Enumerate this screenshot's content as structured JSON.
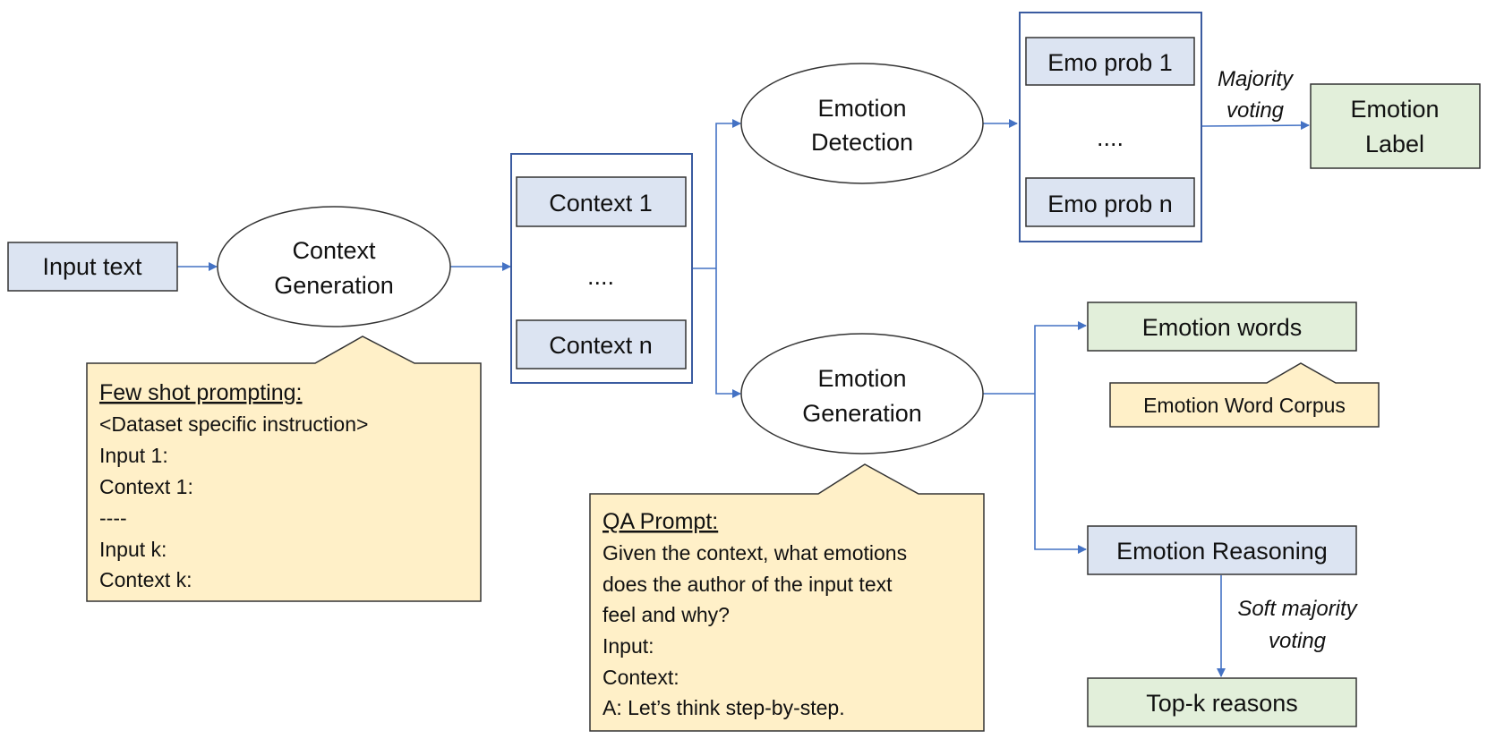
{
  "nodes": {
    "input_text": "Input text",
    "context_generation": [
      "Context",
      "Generation"
    ],
    "context_1": "Context 1",
    "context_dots": "....",
    "context_n": "Context n",
    "emotion_detection": [
      "Emotion",
      "Detection"
    ],
    "emotion_generation": [
      "Emotion",
      "Generation"
    ],
    "emo_prob_1": "Emo prob 1",
    "emo_dots": "....",
    "emo_prob_n": "Emo prob n",
    "emotion_label": [
      "Emotion",
      "Label"
    ],
    "emotion_words": "Emotion words",
    "emotion_word_corpus": "Emotion Word Corpus",
    "emotion_reasoning": "Emotion Reasoning",
    "top_k_reasons": "Top-k reasons"
  },
  "edge_labels": {
    "majority_voting": [
      "Majority",
      "voting"
    ],
    "soft_majority_voting": [
      "Soft majority",
      "voting"
    ]
  },
  "few_shot_note": {
    "heading": "Few shot prompting:",
    "lines": [
      "<Dataset specific instruction>",
      "Input 1:",
      "Context 1:",
      "----",
      "Input k:",
      "Context k:"
    ]
  },
  "qa_note": {
    "heading": "QA Prompt:",
    "lines": [
      "Given the context, what emotions",
      "does the author of the input text",
      "feel and why?",
      "Input:",
      "Context:",
      "A: Let’s think step-by-step."
    ]
  },
  "colors": {
    "blue_box": "#dce4f2",
    "green_box": "#e2efda",
    "note_fill": "#fff0c8",
    "arrow": "#4472c4",
    "group_border": "#3a5ba0"
  }
}
